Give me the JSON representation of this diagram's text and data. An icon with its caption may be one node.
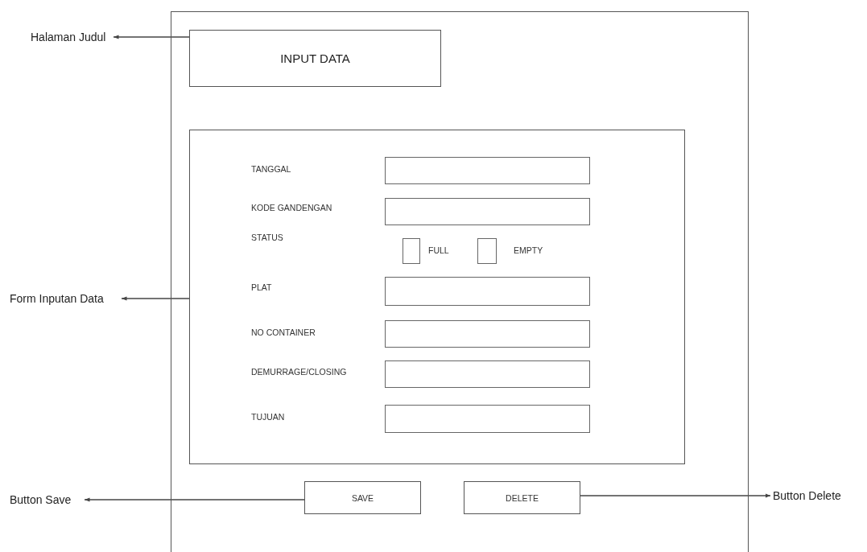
{
  "diagram": {
    "nodes": [
      {
        "text": [
          "Halaman Judul"
        ]
      },
      {
        "text": [],
        "shape": "box"
      },
      {
        "text": [
          "INPUT DATA"
        ],
        "in": 1
      },
      {
        "text": [
          "Form Inputan Data"
        ]
      },
      {
        "text": [],
        "shape": "box",
        "in": 1
      },
      {
        "text": [
          "Button Save"
        ]
      },
      {
        "text": [
          "SAVE"
        ],
        "in": 1
      },
      {
        "text": [
          "DELETE"
        ],
        "in": 1
      },
      {
        "text": [
          "Button Delete"
        ]
      }
    ],
    "edges": [
      {
        "from": 2,
        "to": 0,
        "arrow": "to"
      },
      {
        "from": 4,
        "to": 3,
        "arrow": "to"
      },
      {
        "from": 6,
        "to": 5,
        "arrow": "to"
      },
      {
        "from": 7,
        "to": 8,
        "arrow": "to"
      }
    ],
    "labels": [
      "TANGGAL",
      "KODE GANDENGAN",
      "STATUS",
      "FULL",
      "EMPTY",
      "PLAT",
      "NO CONTAINER",
      "DEMURRAGE/CLOSING",
      "TUJUAN"
    ]
  }
}
